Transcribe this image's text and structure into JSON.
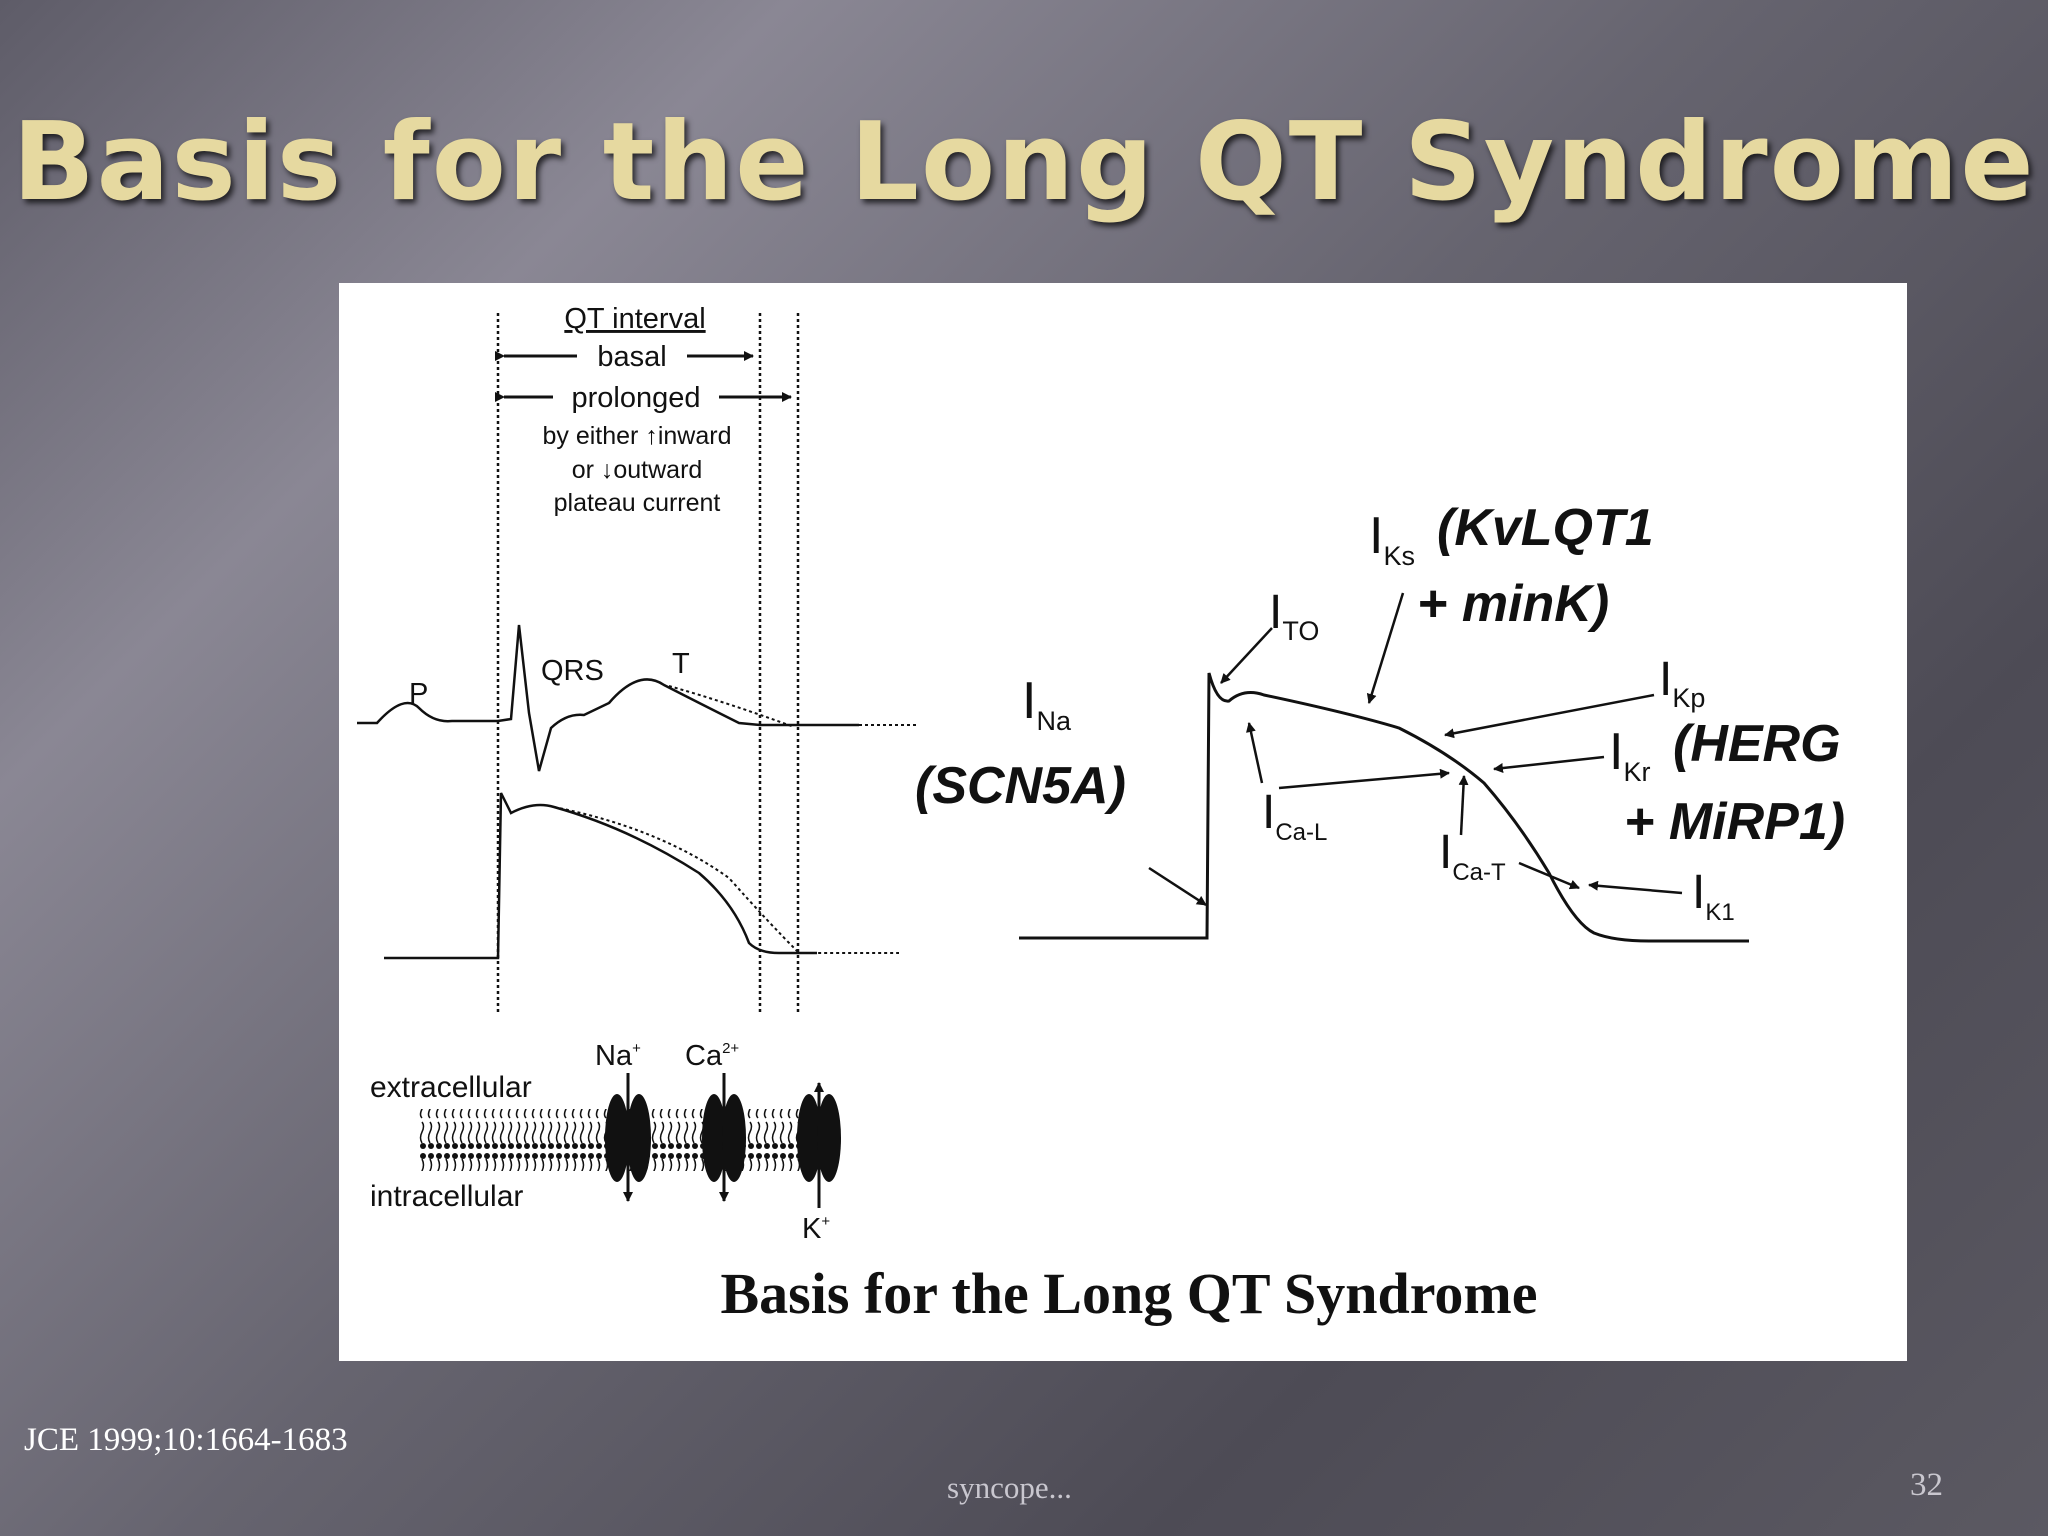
{
  "slide": {
    "title": "Basis for the Long QT Syndrome",
    "citation": "JCE 1999;10:1664-1683",
    "footer": "syncope...",
    "page_number": "32"
  },
  "figure": {
    "caption": "Basis for the Long QT Syndrome",
    "qt_box": {
      "heading": "QT interval",
      "basal": "basal",
      "prolonged": "prolonged",
      "note_line1": "by either ↑inward",
      "note_line2": "or ↓outward",
      "note_line3": "plateau current"
    },
    "ecg_labels": {
      "p": "P",
      "qrs": "QRS",
      "t": "T"
    },
    "membrane": {
      "extracellular": "extracellular",
      "intracellular": "intracellular",
      "na": "Na",
      "na_sup": "+",
      "ca": "Ca",
      "ca_sup": "2+",
      "k": "K",
      "k_sup": "+"
    },
    "currents": {
      "ina": {
        "base": "I",
        "sub": "Na"
      },
      "ina_gene": "(SCN5A)",
      "ito": {
        "base": "I",
        "sub": "TO"
      },
      "iks": {
        "base": "I",
        "sub": "Ks"
      },
      "iks_gene1": "(KvLQT1",
      "iks_gene2": "+ minK)",
      "ikp": {
        "base": "I",
        "sub": "Kp"
      },
      "ikr": {
        "base": "I",
        "sub": "Kr"
      },
      "ikr_gene1": "(HERG",
      "ikr_gene2": "+ MiRP1)",
      "ical": {
        "base": "I",
        "sub": "Ca-L"
      },
      "icat": {
        "base": "I",
        "sub": "Ca-T"
      },
      "ik1": {
        "base": "I",
        "sub": "K1"
      }
    }
  }
}
